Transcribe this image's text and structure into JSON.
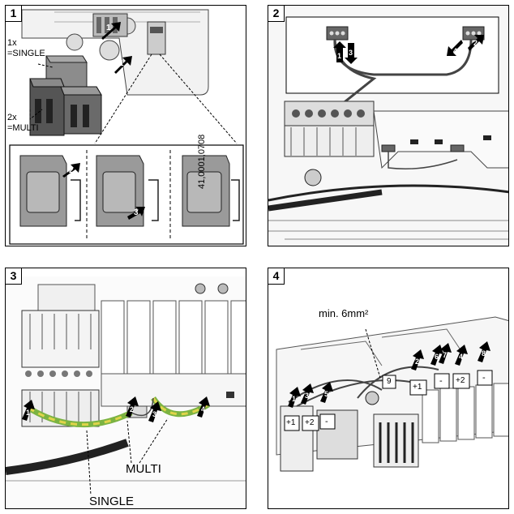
{
  "panels": [
    {
      "number": "1"
    },
    {
      "number": "2"
    },
    {
      "number": "3"
    },
    {
      "number": "4"
    }
  ],
  "panel1": {
    "single_count": "1x",
    "single_label": "=SINGLE",
    "multi_count": "2x",
    "multi_label": "=MULTI",
    "rotated_code": "41,0001,0708",
    "callouts": [
      "1",
      "1",
      "2",
      "3"
    ]
  },
  "panel2": {
    "callouts": [
      "1",
      "3",
      "2",
      "4"
    ]
  },
  "panel3": {
    "single_label": "SINGLE",
    "multi_label": "MULTI",
    "callouts": [
      "1",
      "2",
      "3",
      "4"
    ],
    "colors": {
      "pe_green": "#7bb342",
      "pe_yellow": "#e0d44a"
    }
  },
  "panel4": {
    "cable_label": "min. 6mm²",
    "terminal_9": "9",
    "plus1": "+1",
    "plus2": "+2",
    "minus": "-",
    "callouts": [
      "1",
      "3",
      "5",
      "2",
      "6",
      "7",
      "4",
      "8"
    ]
  }
}
